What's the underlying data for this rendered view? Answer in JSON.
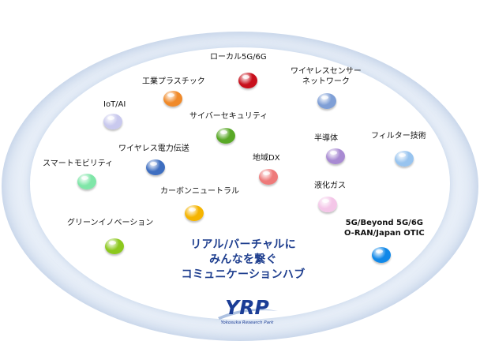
{
  "nodes": [
    {
      "id": "local5g",
      "label": "ローカル5G/6G",
      "color": "#c8101c"
    },
    {
      "id": "wireless_sensor",
      "label": "ワイヤレスセンサー",
      "label2": "ネットワーク",
      "color": "#7f9fd6"
    },
    {
      "id": "industrial_plastic",
      "label": "工業プラスチック",
      "color": "#f08a2a"
    },
    {
      "id": "iot_ai",
      "label": "IoT/AI",
      "color": "#c9c9ee"
    },
    {
      "id": "cyber_security",
      "label": "サイバーセキュリティ",
      "color": "#58a826"
    },
    {
      "id": "semiconductor",
      "label": "半導体",
      "color": "#a88ad2"
    },
    {
      "id": "filter_tech",
      "label": "フィルター技術",
      "color": "#98c4ef"
    },
    {
      "id": "wireless_power",
      "label": "ワイヤレス電力伝送",
      "color": "#3e6ec0"
    },
    {
      "id": "smart_mobility",
      "label": "スマートモビリティ",
      "color": "#7fe6a8"
    },
    {
      "id": "regional_dx",
      "label": "地域DX",
      "color": "#ee7a7a"
    },
    {
      "id": "liquefied_gas",
      "label": "液化ガス",
      "color": "#f4c6e8"
    },
    {
      "id": "carbon_neutral",
      "label": "カーボンニュートラル",
      "color": "#f5b400"
    },
    {
      "id": "green_innovation",
      "label": "グリーンイノベーション",
      "color": "#8cc81e"
    },
    {
      "id": "beyond5g",
      "label": "5G/Beyond 5G/6G",
      "label2": "O-RAN/Japan OTIC",
      "color": "#1088e8"
    }
  ],
  "tagline": {
    "line1": "リアル/バーチャルに",
    "line2": "みんなを繋ぐ",
    "line3": "コミュニケーションハブ"
  },
  "logo": {
    "mark": "YRP",
    "subtitle": "Yokosuka Research Park",
    "color": "#1b3d96"
  }
}
